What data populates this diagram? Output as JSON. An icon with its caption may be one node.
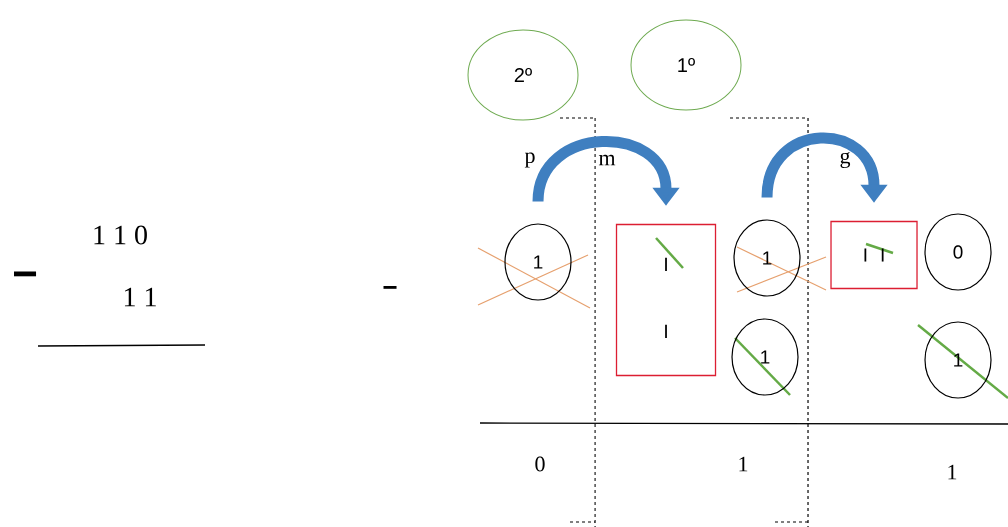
{
  "diagram": {
    "nodes": [
      {
        "text": [
          "2º"
        ]
      },
      {
        "text": [
          "1º"
        ]
      },
      {
        "text": [
          "1"
        ]
      },
      {
        "text": [
          "I",
          "I"
        ]
      },
      {
        "text": [
          "1"
        ]
      },
      {
        "text": [
          "1"
        ]
      },
      {
        "text": [
          "I",
          "I"
        ]
      },
      {
        "text": [
          "0"
        ]
      },
      {
        "text": [
          "1"
        ]
      }
    ],
    "edges": [
      {
        "from": 2,
        "to": 3,
        "arrow": "to",
        "color": "#3f7fc0"
      },
      {
        "from": 4,
        "to": 6,
        "arrow": "to",
        "color": "#3f7fc0"
      }
    ],
    "labels": [
      "p",
      "m",
      "g",
      "1 1 0",
      "−",
      "1 1",
      "−",
      "0",
      "1",
      "1"
    ]
  }
}
